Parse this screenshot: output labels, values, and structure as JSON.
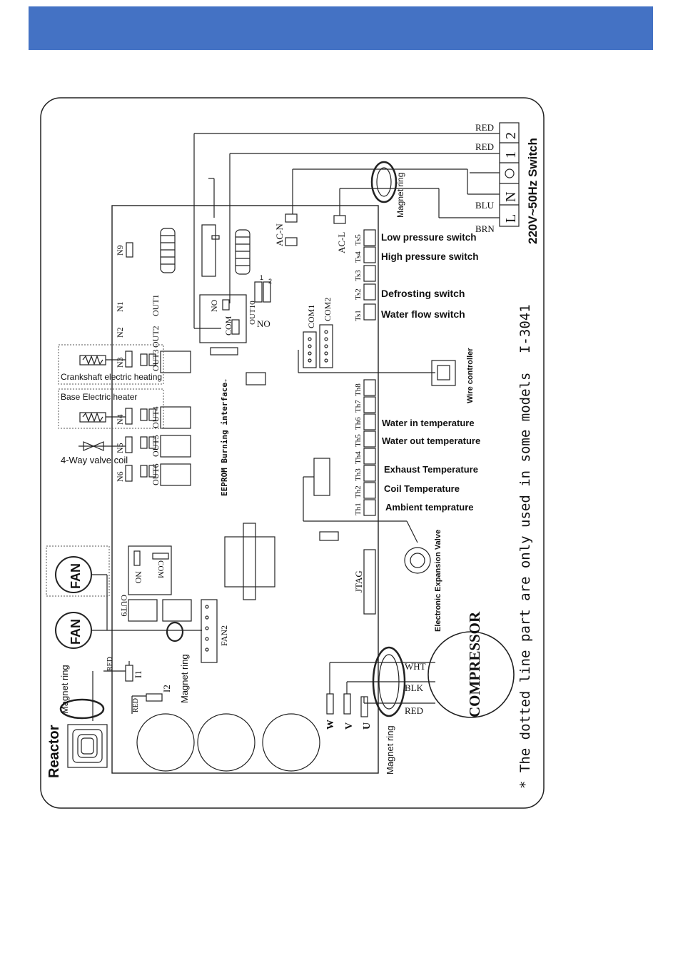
{
  "colors": {
    "header": "#4472c4",
    "line": "#222222"
  },
  "switch": {
    "label": "220V~50Hz Switch",
    "L": "L",
    "N": "N",
    "t1": "1",
    "t2": "2"
  },
  "wires": {
    "red": "RED",
    "blu": "BLU",
    "brn": "BRN",
    "wht": "WHT",
    "blk": "BLK"
  },
  "magnet_ring": "Magnet ring",
  "ac": {
    "n": "AC-N",
    "l": "AC-L"
  },
  "ts": {
    "ts1": "Ts1",
    "ts2": "Ts2",
    "ts3": "Ts3",
    "ts4": "Ts4",
    "ts5": "Ts5"
  },
  "switches": {
    "low_pressure": "Low pressure switch",
    "high_pressure": "High pressure switch",
    "defrosting": "Defrosting switch",
    "water_flow": "Water flow switch"
  },
  "th": {
    "th1": "Th1",
    "th2": "Th2",
    "th3": "Th3",
    "th4": "Th4",
    "th5": "Th5",
    "th6": "Th6",
    "th7": "Th7",
    "th8": "Th8"
  },
  "temps": {
    "water_in": "Water in temperature",
    "water_out": "Water out temperature",
    "exhaust": "Exhaust Temperature",
    "coil": "Coil Temperature",
    "ambient": "Ambient temprature"
  },
  "board": {
    "n1": "N1",
    "n2": "N2",
    "n3": "N3",
    "n4": "N4",
    "n5": "N5",
    "n6": "N6",
    "n9": "N9",
    "out1": "OUT1",
    "out2": "OUT2",
    "out3": "OUT3",
    "out4": "OUT4",
    "out5": "OUT5",
    "out6": "OUT6",
    "out9": "OUT9",
    "out10": "OUT10",
    "no": "NO",
    "com": "COM",
    "one": "1",
    "two": "2",
    "com1": "COM1",
    "com2": "COM2",
    "eeprom": "EEPROM Burning interface",
    "jtag": "JTAG",
    "fan2": "FAN2",
    "i1": "I1",
    "i2": "I2",
    "u": "U",
    "v": "V",
    "w": "W"
  },
  "loads": {
    "crank": "Crankshaft electric heating",
    "base": "Base Electric heater",
    "valve": "4-Way valve coil",
    "fan": "FAN",
    "reactor": "Reactor",
    "compressor": "COMPRESSOR",
    "eev": "Electronic Expansion Valve",
    "wire_controller": "Wire controller"
  },
  "model": "I-3041",
  "note": "* The dotted line part are only used in some models"
}
